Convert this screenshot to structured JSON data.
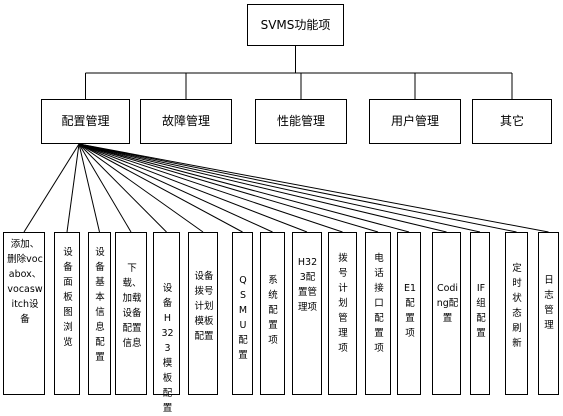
{
  "root": {
    "label": "SVMS功能项"
  },
  "level1": [
    {
      "id": "config",
      "label": "配置管理"
    },
    {
      "id": "fault",
      "label": "故障管理"
    },
    {
      "id": "perf",
      "label": "性能管理"
    },
    {
      "id": "user",
      "label": "用户管理"
    },
    {
      "id": "other",
      "label": "其它"
    }
  ],
  "leaves": [
    {
      "label": "添加、删除vocabox、vocaswitch设备"
    },
    {
      "label": "设备面板图浏览"
    },
    {
      "label": "设备基本信息配置"
    },
    {
      "label": "下载、加载设备配置信息"
    },
    {
      "label": "设备H323模板配置"
    },
    {
      "label": "设备拨号计划模板配置"
    },
    {
      "label": "QSMU配置"
    },
    {
      "label": "系统配置项"
    },
    {
      "label": "H323配置管理项"
    },
    {
      "label": "拨号计划管理项"
    },
    {
      "label": "电话接口配置项"
    },
    {
      "label": "E1配置项"
    },
    {
      "label": "Coding配置"
    },
    {
      "label": "IF组配置"
    },
    {
      "label": "定时状态刷新"
    },
    {
      "label": "日志管理"
    }
  ]
}
